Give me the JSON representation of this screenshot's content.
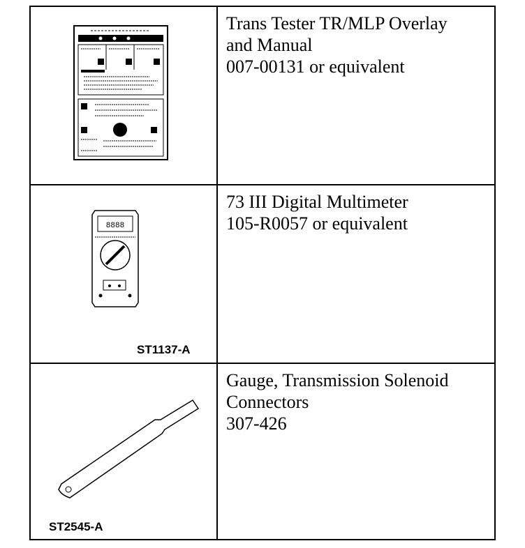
{
  "tools": [
    {
      "lines": [
        "Trans Tester TR/MLP Overlay",
        "and Manual",
        "007-00131 or equivalent"
      ],
      "figure": {
        "icon": "tester-overlay-card-illustration",
        "code": ""
      }
    },
    {
      "lines": [
        "73 III Digital Multimeter",
        "105-R0057 or equivalent"
      ],
      "figure": {
        "icon": "digital-multimeter-illustration",
        "code": "ST1137-A"
      }
    },
    {
      "lines": [
        "Gauge, Transmission Solenoid",
        "Connectors",
        "307-426"
      ],
      "figure": {
        "icon": "solenoid-connector-gauge-illustration",
        "code": "ST2545-A"
      }
    }
  ]
}
